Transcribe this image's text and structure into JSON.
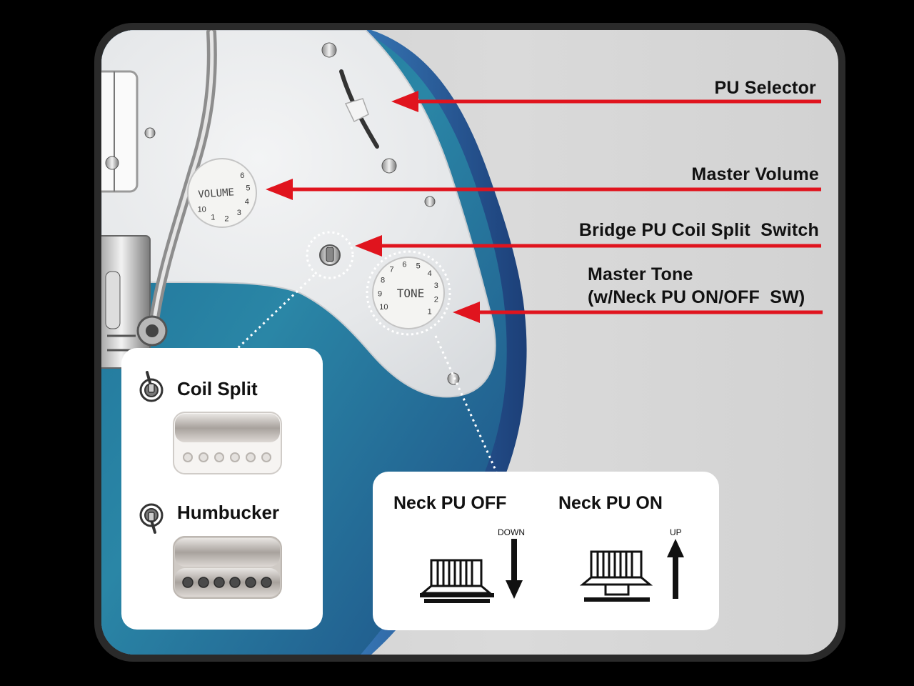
{
  "callouts": {
    "pu_selector": "PU Selector",
    "master_volume": "Master Volume",
    "bridge_coil_split": "Bridge PU Coil Split  Switch",
    "master_tone_line1": "Master Tone",
    "master_tone_line2": "(w/Neck PU ON/OFF  SW)"
  },
  "knobs": {
    "volume_label": "VOLUME",
    "tone_label": "TONE",
    "volume_numbers": [
      "10",
      "1",
      "2",
      "3",
      "4",
      "5",
      "6"
    ],
    "tone_numbers": [
      "10",
      "9",
      "8",
      "7",
      "6",
      "5",
      "4",
      "3",
      "2",
      "1"
    ]
  },
  "coil_panel": {
    "coil_split_label": "Coil Split",
    "humbucker_label": "Humbucker"
  },
  "neck_panel": {
    "off_label": "Neck PU OFF",
    "on_label": "Neck PU ON",
    "down_label": "DOWN",
    "up_label": "UP"
  },
  "colors": {
    "arrow_red": "#e0141e",
    "body_blue": "#2f6fa8",
    "background_gray": "#d6d6d6",
    "pickguard_white": "#eceeef"
  }
}
